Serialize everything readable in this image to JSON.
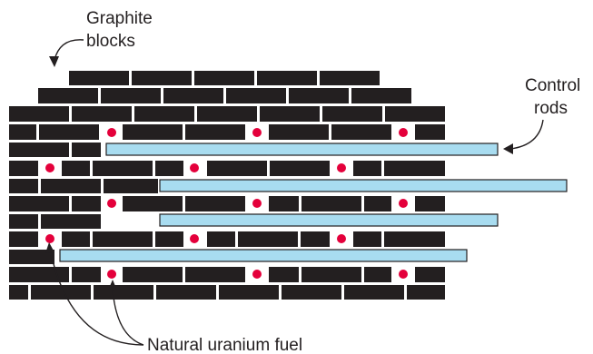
{
  "labels": {
    "graphite_line1": "Graphite",
    "graphite_line2": "blocks",
    "control_line1": "Control",
    "control_line2": "rods",
    "fuel": "Natural uranium fuel"
  },
  "colors": {
    "graphite": "#231f20",
    "control_rod": "#a8dcf0",
    "fuel": "#e4003b",
    "background": "#ffffff"
  }
}
